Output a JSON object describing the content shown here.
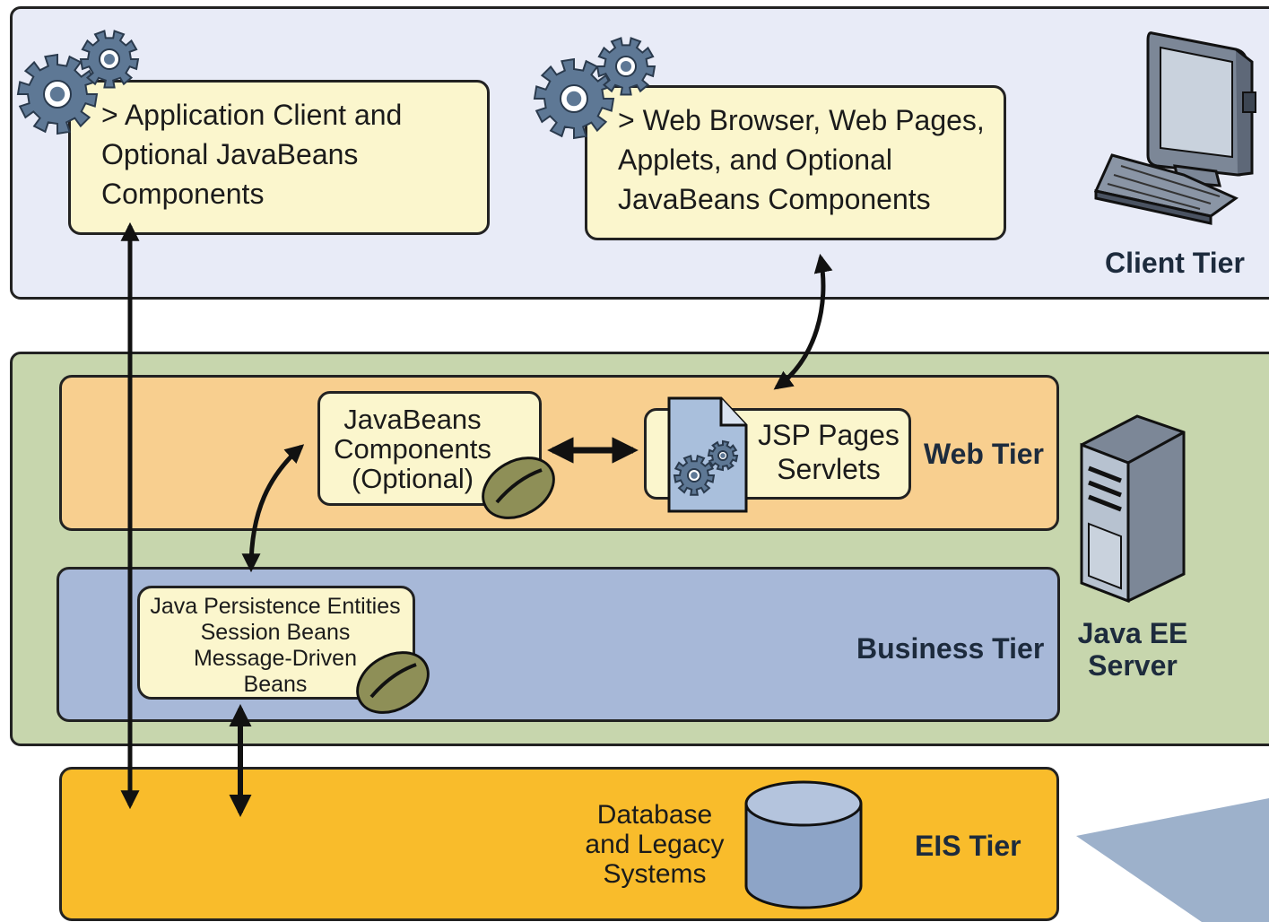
{
  "client_tier": {
    "label": "Client Tier",
    "application_client": "> Application Client and\nOptional JavaBeans\nComponents",
    "web_browser": "> Web Browser, Web Pages,\nApplets, and Optional\nJavaBeans Components"
  },
  "server": {
    "label": "Java EE\nServer",
    "web_tier": {
      "label": "Web Tier",
      "javabeans": "JavaBeans\nComponents\n(Optional)",
      "jsp": "JSP Pages\nServlets"
    },
    "business_tier": {
      "label": "Business Tier",
      "persistence": "Java Persistence Entities\nSession Beans\nMessage-Driven\nBeans"
    }
  },
  "eis_tier": {
    "label": "EIS Tier",
    "database": "Database\nand Legacy\nSystems"
  },
  "colors": {
    "client_band": "#e8ebf7",
    "server_band": "#c7d6ad",
    "web_band": "#f8cf8f",
    "business_band": "#a7b8d8",
    "eis_band": "#f9bc2b",
    "component_box": "#fbf6cd",
    "gear": "#5e7895",
    "bean": "#8e8f57"
  }
}
